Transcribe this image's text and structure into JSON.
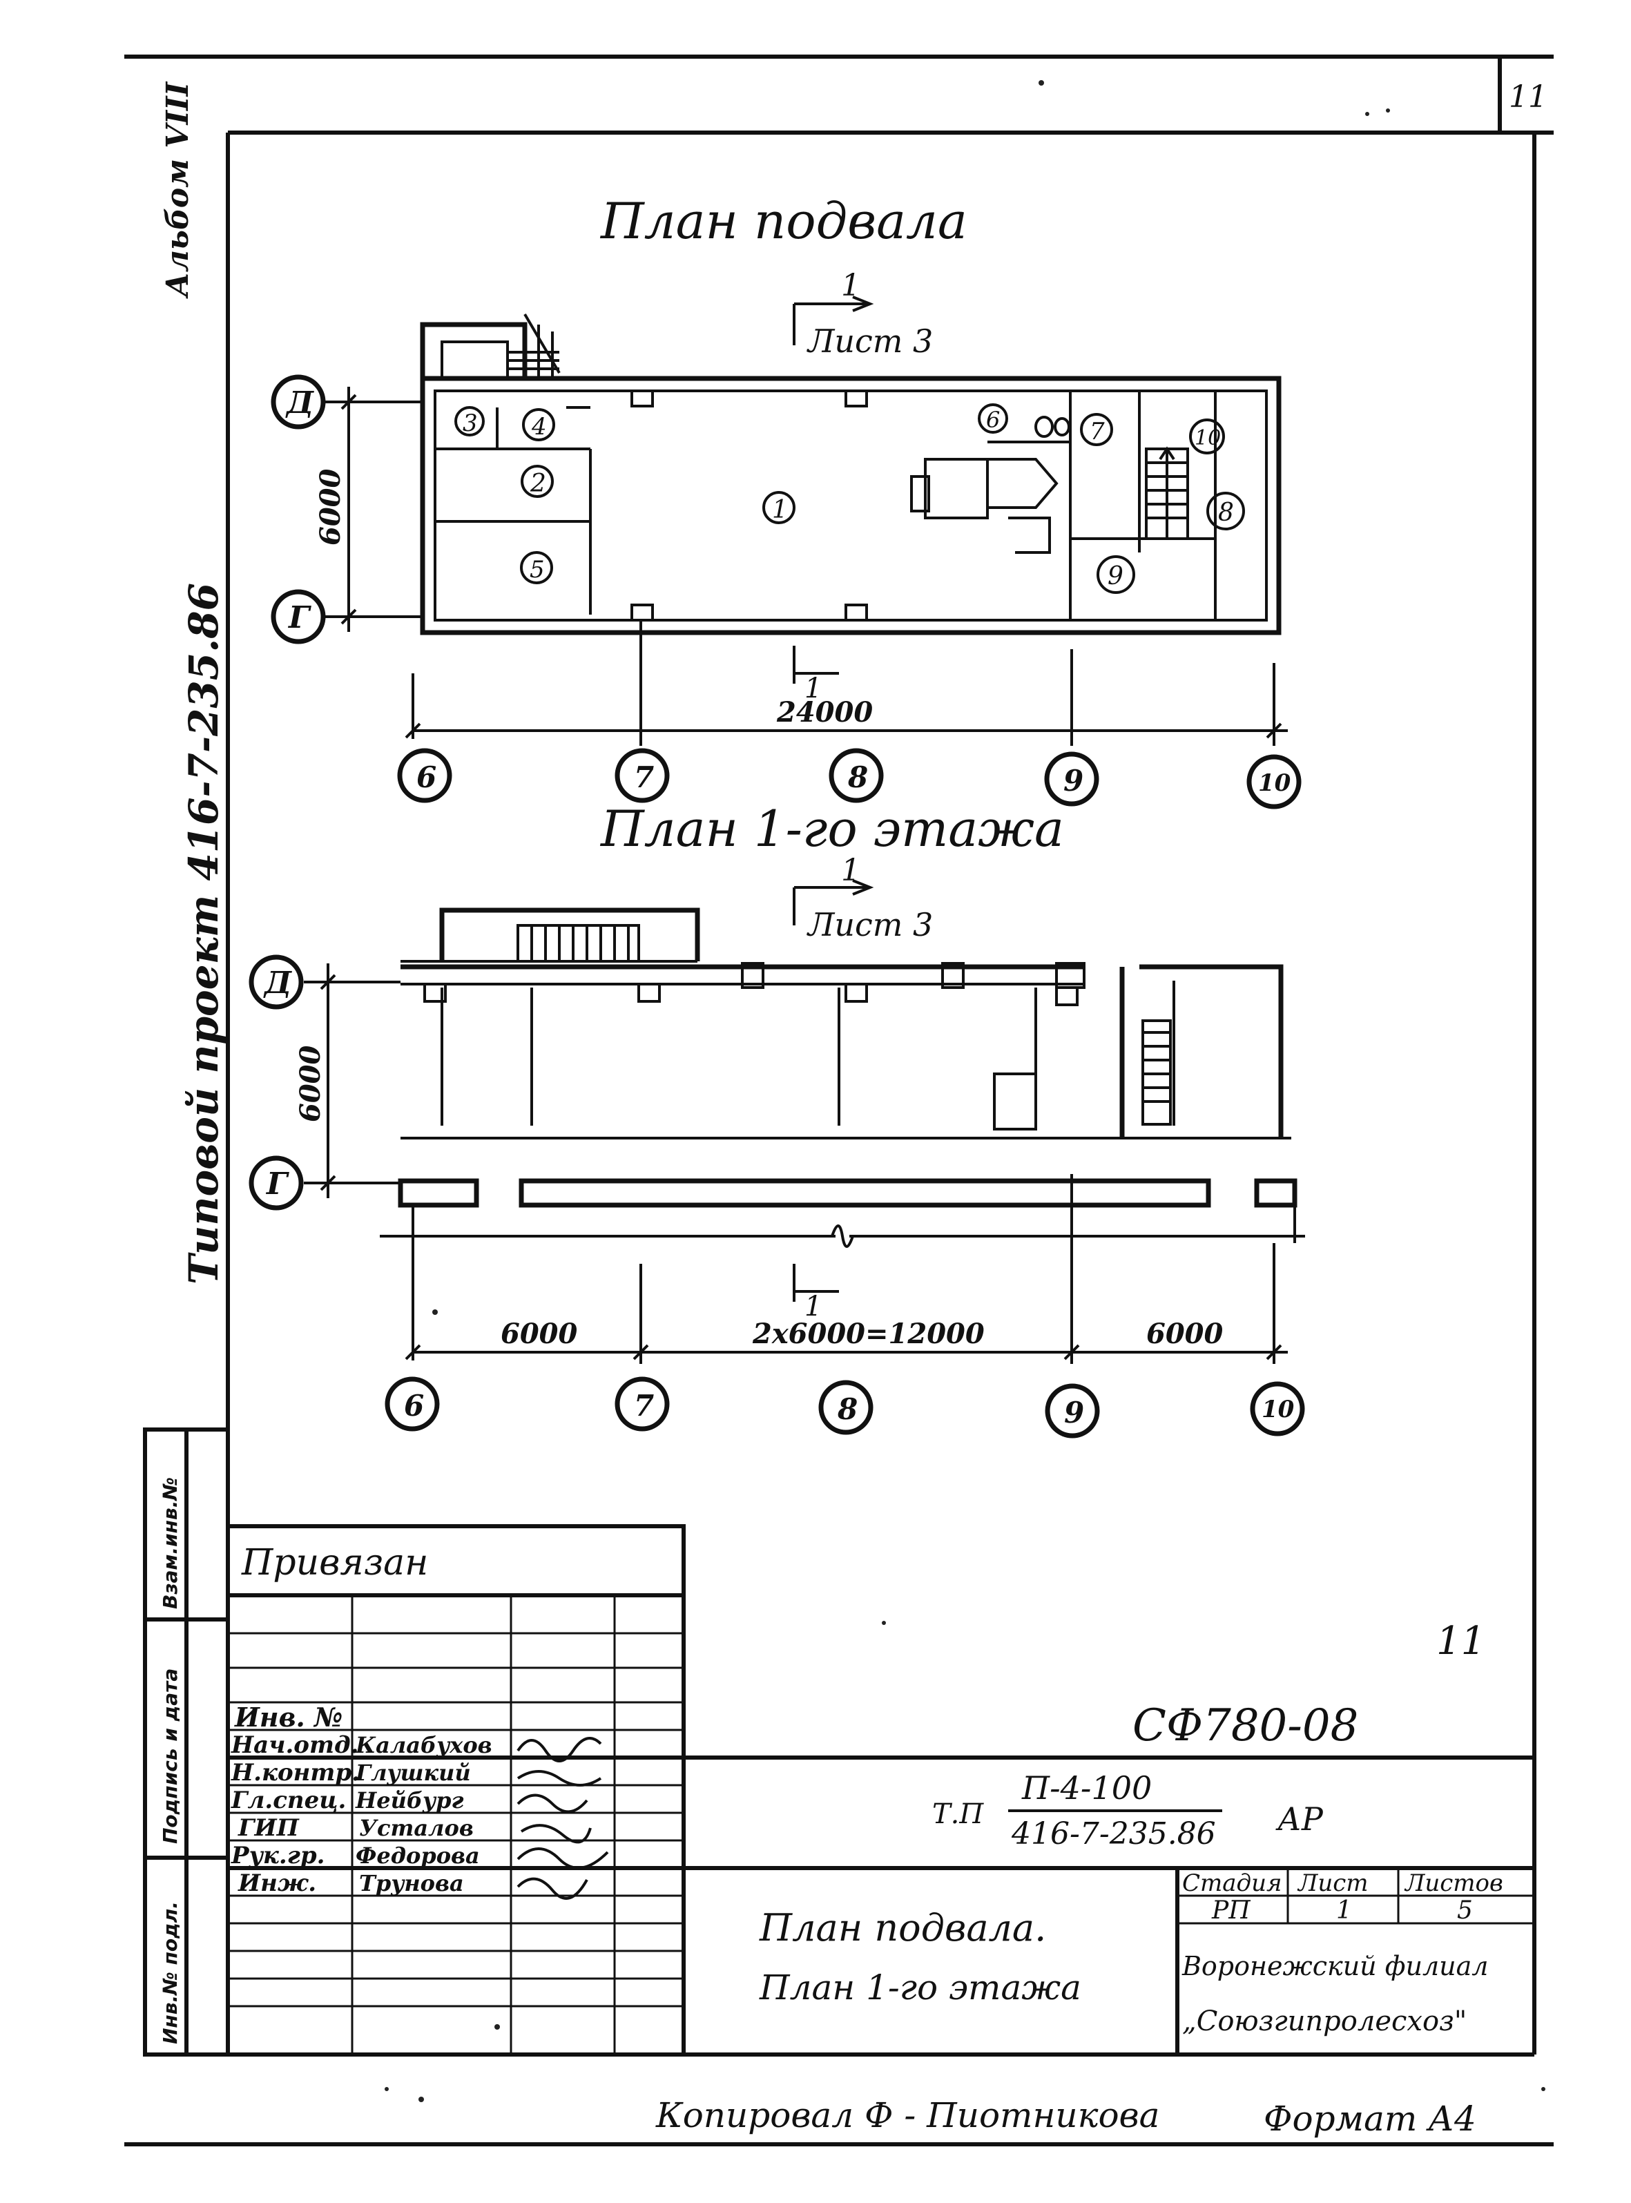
{
  "sheet": {
    "sheet_number": "11",
    "side_stamp_top": "Альбом VIII",
    "side_project": "Типовой проект 416-7-235.86",
    "side_columns": [
      "Взам.инв.№",
      "Подпись и дата",
      "Инв.№ подл."
    ],
    "copied_by": "Копировал Ф - Пиотникова",
    "format": "Формат А4",
    "stray_number": "11"
  },
  "basement": {
    "title": "План подвала",
    "section_mark": "1",
    "section_sheet": "Лист 3",
    "row_axes": [
      "Д",
      "Г"
    ],
    "depth_dim": "6000",
    "total_dim": "24000",
    "rooms": [
      "1",
      "2",
      "3",
      "4",
      "5",
      "6",
      "7",
      "8",
      "9",
      "10"
    ],
    "col_axes": [
      "6",
      "7",
      "8",
      "9",
      "10"
    ]
  },
  "floor1": {
    "title": "План 1-го этажа",
    "section_mark": "1",
    "section_sheet": "Лист 3",
    "row_axes": [
      "Д",
      "Г"
    ],
    "depth_dim": "6000",
    "dims": [
      "6000",
      "2х6000=12000",
      "6000"
    ],
    "col_axes": [
      "6",
      "7",
      "8",
      "9",
      "10"
    ]
  },
  "titleblock": {
    "bound": "Привязан",
    "inv": "Инв. №",
    "doc_code": "СФ780-08",
    "project_prefix": "Т.П",
    "project_top": "П-4-100",
    "project_bottom": "416-7-235.86",
    "project_mark": "АР",
    "sign_rows": [
      {
        "role": "Нач.отд.",
        "name": "Калабухов"
      },
      {
        "role": "Н.контр.",
        "name": "Глушкий"
      },
      {
        "role": "Гл.спец.",
        "name": "Нейбург"
      },
      {
        "role": "ГИП",
        "name": "Усталов"
      },
      {
        "role": "Рук.гр.",
        "name": "Федорова"
      },
      {
        "role": "Инж.",
        "name": "Трунова"
      }
    ],
    "drawing_title_1": "План подвала.",
    "drawing_title_2": "План 1-го этажа",
    "stage_h": "Стадия",
    "sheet_h": "Лист",
    "sheets_h": "Листов",
    "stage": "РП",
    "sheet": "1",
    "sheets": "5",
    "org_1": "Воронежский филиал",
    "org_2": "„Союзгипролесхоз\""
  }
}
